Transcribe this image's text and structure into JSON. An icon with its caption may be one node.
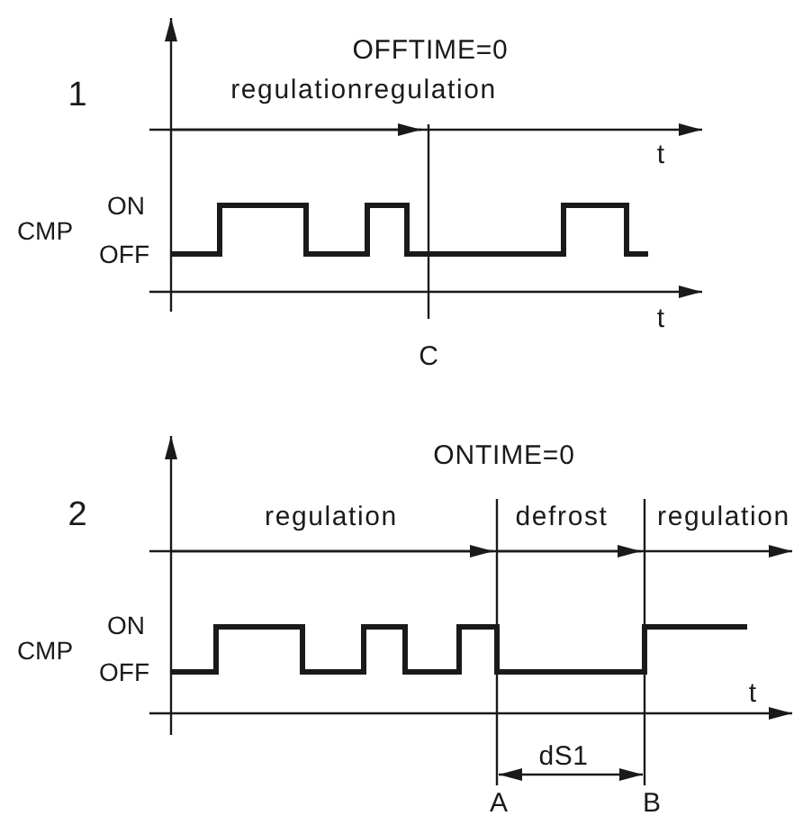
{
  "diagram": {
    "labels": [
      "OFFTIME=0",
      "1",
      "regulationregulation",
      "t",
      "ON",
      "CMP",
      "OFF",
      "t",
      "C",
      "ONTIME=0",
      "2",
      "regulation",
      "defrost",
      "regulation",
      "ON",
      "CMP",
      "OFF",
      "t",
      "dS1",
      "A",
      "B"
    ]
  }
}
